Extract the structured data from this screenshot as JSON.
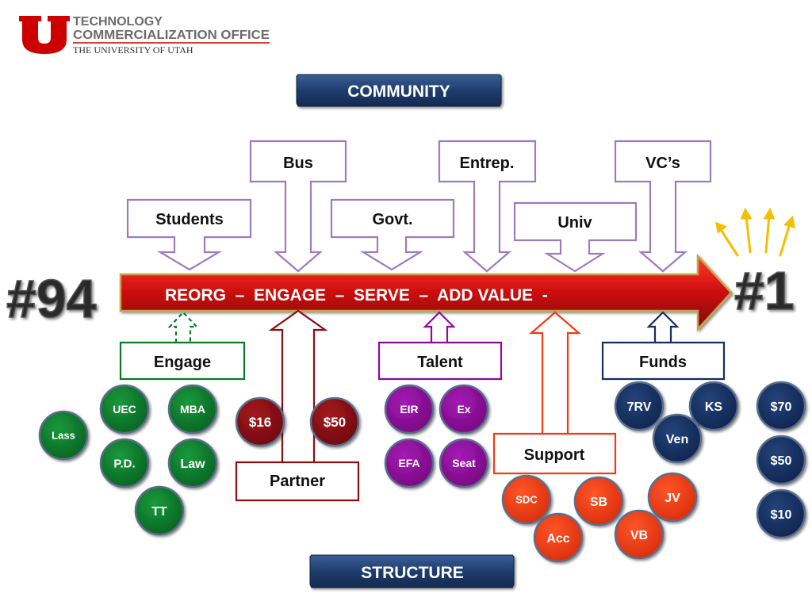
{
  "logo": {
    "mark": "U",
    "line1": "TECHNOLOGY",
    "line2": "COMMERCIALIZATION OFFICE",
    "line3": "THE UNIVERSITY OF UTAH"
  },
  "headers": {
    "community": "COMMUNITY",
    "structure": "STRUCTURE"
  },
  "ranks": {
    "start": "#94",
    "end": "#1"
  },
  "main_arrow": {
    "label": "REORG  –  ENGAGE  –  SERVE  –  ADD VALUE  -"
  },
  "community_inputs": {
    "students": "Students",
    "bus": "Bus",
    "govt": "Govt.",
    "entrep": "Entrep.",
    "univ": "Univ",
    "vcs": "VC’s"
  },
  "structure_callouts": {
    "engage": "Engage",
    "partner": "Partner",
    "talent": "Talent",
    "support": "Support",
    "funds": "Funds"
  },
  "engage_circles": [
    "UEC",
    "MBA",
    "Lass",
    "P.D.",
    "Law",
    "TT"
  ],
  "partner_circles": [
    "$16",
    "$50"
  ],
  "talent_circles": [
    "EIR",
    "Ex",
    "EFA",
    "Seat"
  ],
  "support_circles": [
    "SDC",
    "SB",
    "JV",
    "Acc",
    "VB"
  ],
  "funds_circles": [
    "7RV",
    "KS",
    "Ven"
  ],
  "value_circles": [
    "$70",
    "$50",
    "$10"
  ],
  "colors": {
    "utah_red": "#cc0000",
    "header_navy": "#1f3d6e",
    "arrow_red": "#cc0d0d",
    "engage_green": "#0a7a2a",
    "partner_maroon": "#8b0d12",
    "talent_purple": "#8b0a9a",
    "support_orange": "#f03b14",
    "funds_navy": "#132d5e",
    "input_box_border": "#9b7cc0",
    "sparkle_gold": "#f2c000"
  }
}
